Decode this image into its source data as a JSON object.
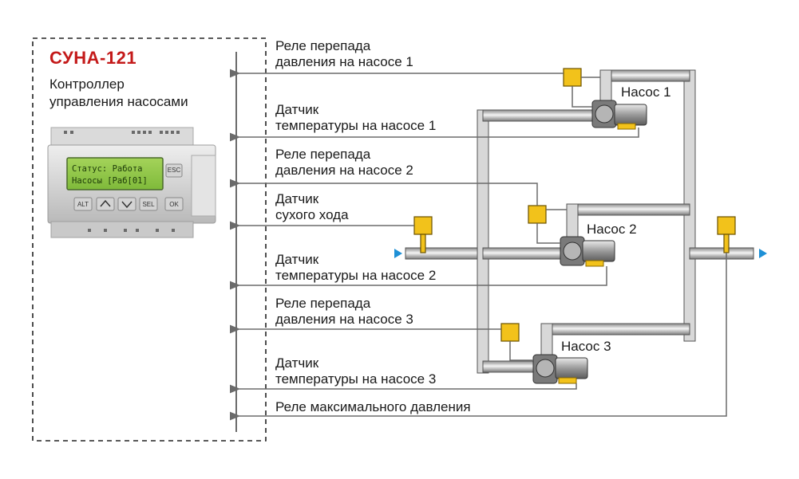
{
  "controller": {
    "model": "СУНА-121",
    "description": "Контроллер\nуправления насосами",
    "display": {
      "line1": "Статус: Работа",
      "line2": "Насосы [Раб[01]"
    },
    "keys": {
      "esc": "ESC",
      "alt": "ALT",
      "sel": "SEL",
      "ok": "OK"
    }
  },
  "signals": [
    "Реле перепада\nдавления на насосе 1",
    "Датчик\nтемпературы на насосе 1",
    "Реле перепада\nдавления на насосе 2",
    "Датчик\nсухого хода",
    "Датчик\nтемпературы на насосе 2",
    "Реле перепада\nдавления на насосе 3",
    "Датчик\nтемпературы на насосе 3",
    "Реле максимального давления"
  ],
  "pumps": [
    "Насос 1",
    "Насос 2",
    "Насос 3"
  ],
  "colors": {
    "brand_red": "#c41a1a",
    "sensor_yellow": "#f2c21b",
    "flow_arrow_blue": "#1e90d6",
    "pipe_gray": "#c9c9c9",
    "line_gray": "#6b6b6b"
  }
}
